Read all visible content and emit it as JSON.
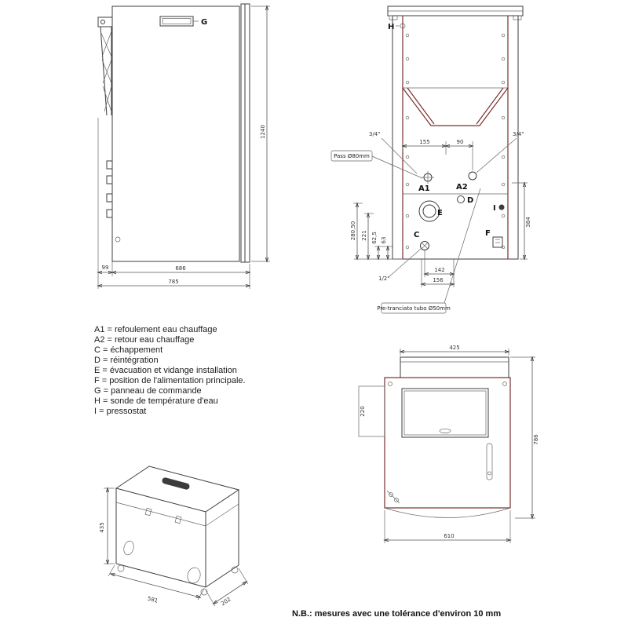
{
  "page": {
    "footer_note": "N.B.: mesures avec une tolérance d'environ 10 mm"
  },
  "legend": {
    "items": [
      "A1 = refoulement eau chauffage",
      "A2 = retour eau chauffage",
      "C = échappement",
      "D = réintégration",
      "E = évacuation et vidange installation",
      "F = position de l'alimentation principale.",
      "G = panneau de commande",
      "H = sonde de température d'eau",
      "I = pressostat"
    ]
  },
  "side_view": {
    "label_g": "G",
    "dim_height": "1240",
    "dim_99": "99",
    "dim_686": "686",
    "dim_785": "785"
  },
  "front_view": {
    "label_h": "H",
    "label_a1": "A1",
    "label_a2": "A2",
    "label_c": "C",
    "label_d": "D",
    "label_e": "E",
    "label_f": "F",
    "label_i": "I",
    "dim_34_left": "3/4\"",
    "dim_34_right": "3/4\"",
    "dim_155": "155",
    "dim_90": "90",
    "dim_384": "384",
    "dim_28050": "280,50",
    "dim_221": "221",
    "dim_625": "62,5",
    "dim_63": "63",
    "dim_142": "142",
    "dim_156": "156",
    "dim_12": "1/2\"",
    "note_pass": "Pass Ø80mm",
    "note_pretranciato": "Pre-tranciato tubo Ø50mm"
  },
  "rear_view": {
    "dim_425": "425",
    "dim_220": "220",
    "dim_786": "786",
    "dim_610": "610"
  },
  "iso_view": {
    "dim_435": "435",
    "dim_581": "581",
    "dim_202": "202"
  }
}
